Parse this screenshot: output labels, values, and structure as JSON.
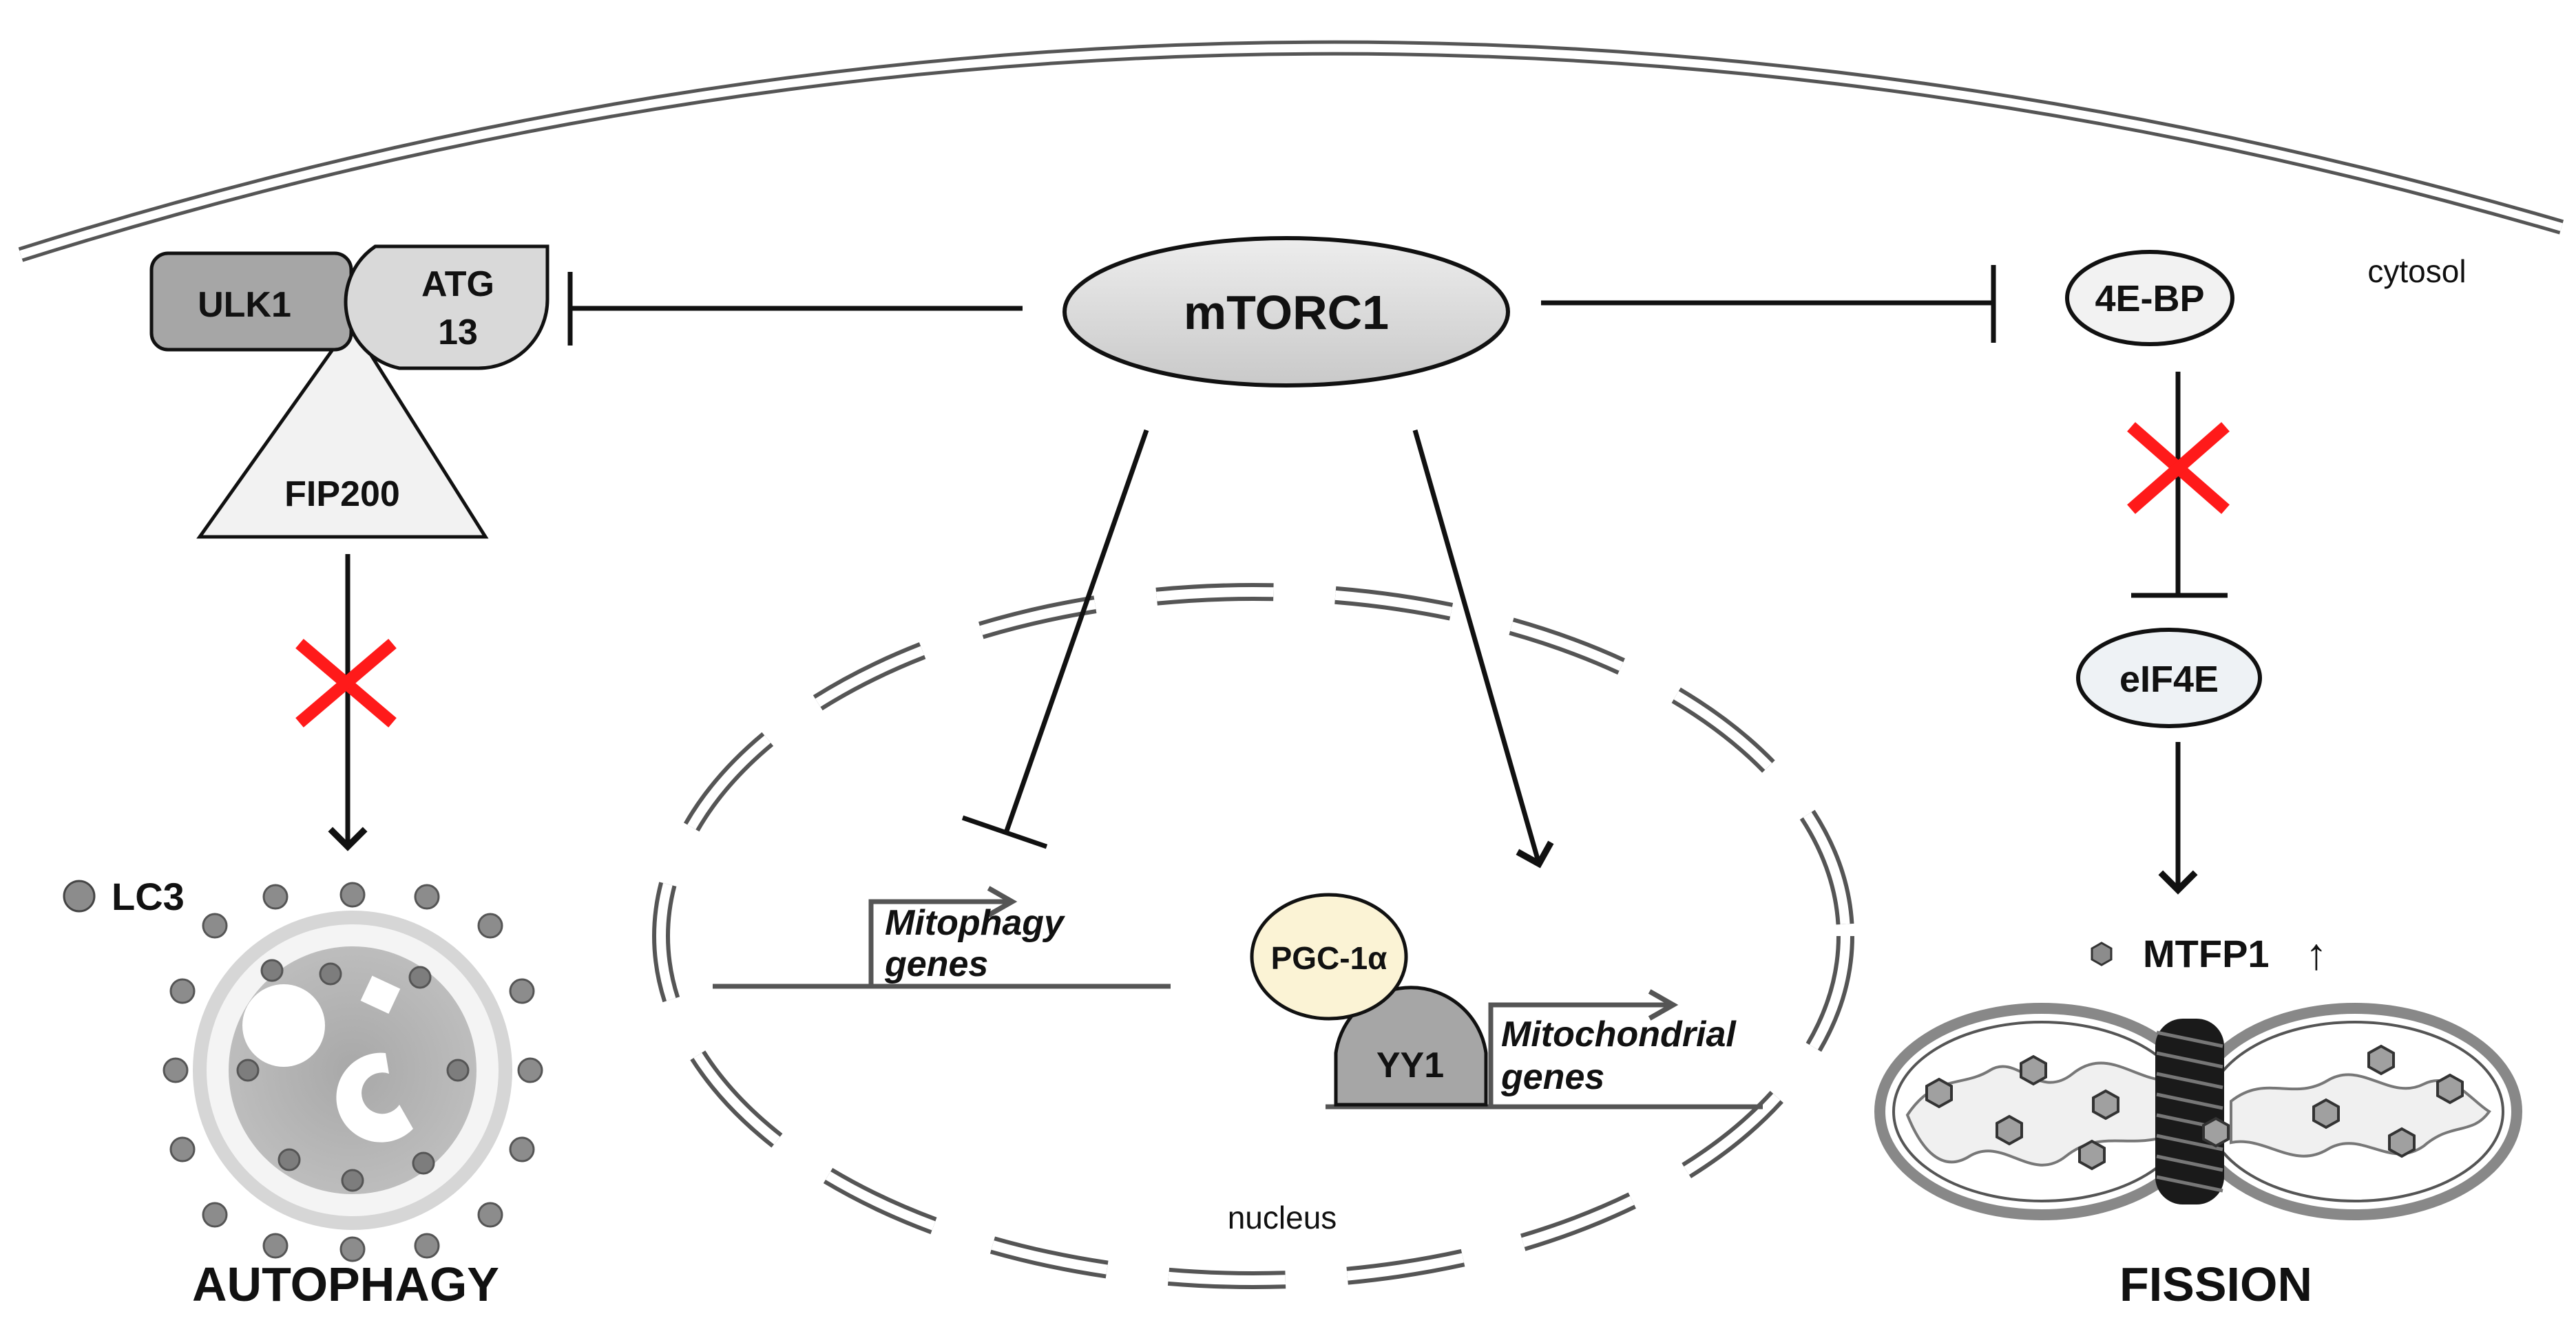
{
  "labels": {
    "ulk1": "ULK1",
    "atg13_line1": "ATG",
    "atg13_line2": "13",
    "fip200": "FIP200",
    "mtorc1": "mTORC1",
    "fourebp": "4E-BP",
    "eif4e": "eIF4E",
    "cytosol": "cytosol",
    "lc3": "LC3",
    "autophagy": "AUTOPHAGY",
    "mitophagy_line1": "Mitophagy",
    "mitophagy_line2": "genes",
    "pgc1a": "PGC-1α",
    "yy1": "YY1",
    "mitochondrial_line1": "Mitochondrial",
    "mitochondrial_line2": "genes",
    "nucleus": "nucleus",
    "mtfp1": "MTFP1",
    "mtfp1_arrow": "↑",
    "fission": "FISSION"
  },
  "colors": {
    "membrane": "#555555",
    "node_fill": "#d9d9d9",
    "dark_fill": "#a6a6a6",
    "light_fill": "#f2f2f2",
    "pgc_fill": "#fbf3d5",
    "block_x": "#ff1a1a",
    "ink": "#111111"
  }
}
